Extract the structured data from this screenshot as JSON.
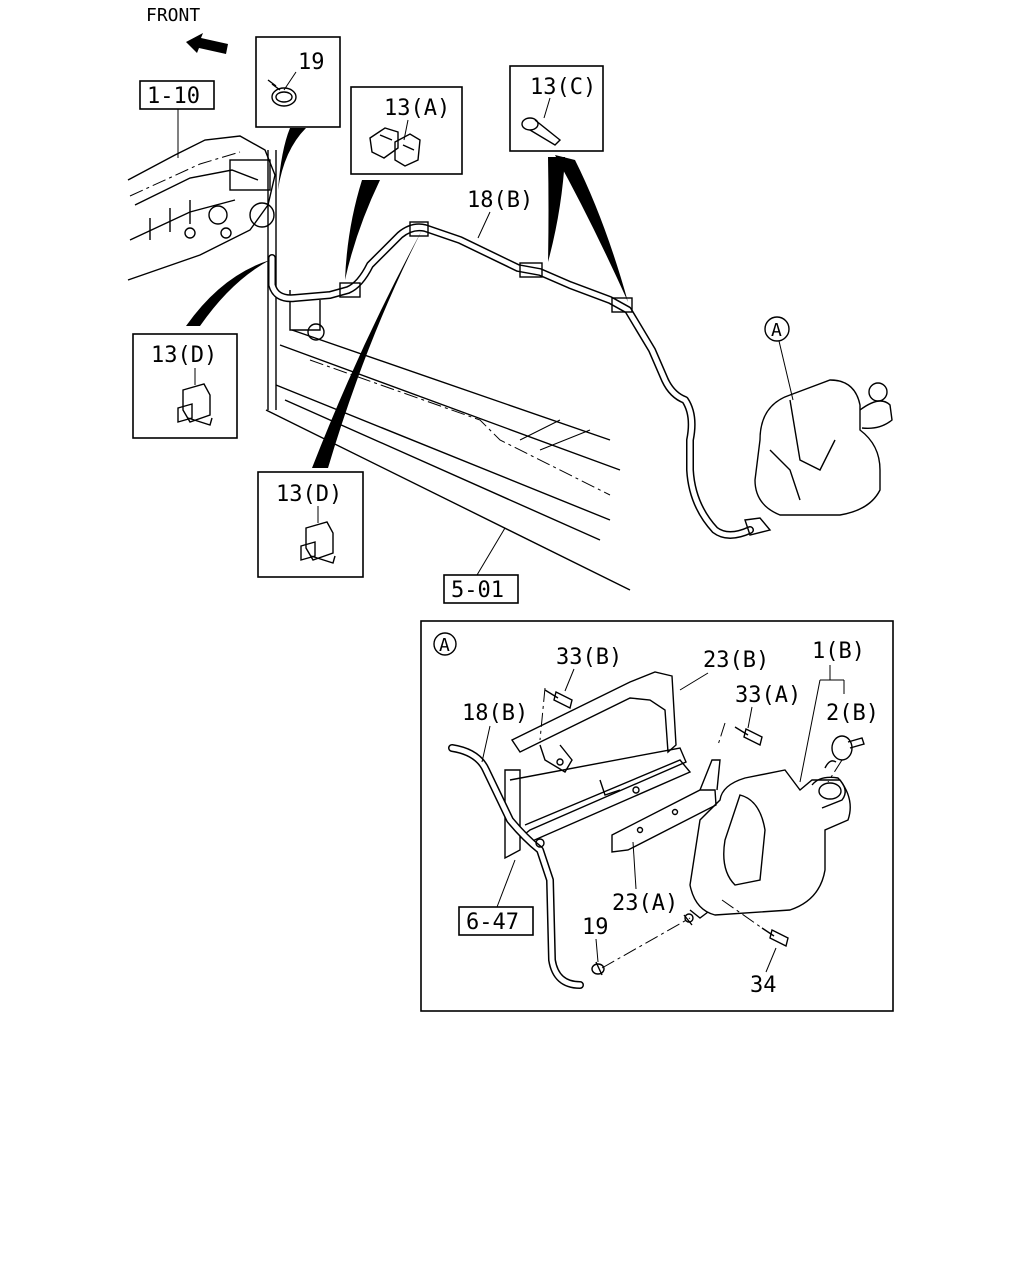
{
  "direction": {
    "label": "FRONT",
    "icon": "arrow-left-icon"
  },
  "references": {
    "r1_10": "1-10",
    "r5_01": "5-01",
    "r6_47": "6-47"
  },
  "callouts": {
    "c19_top": "19",
    "c13a": "13(A)",
    "c13c": "13(C)",
    "c13d_left": "13(D)",
    "c13d_mid": "13(D)"
  },
  "labels": {
    "hose_top": "18(B)",
    "detail_marker": "A",
    "detail_marker_inset": "A",
    "i33b": "33(B)",
    "i23b": "23(B)",
    "i33a": "33(A)",
    "i1b": "1(B)",
    "i2b": "2(B)",
    "i18b": "18(B)",
    "i23a": "23(A)",
    "i19": "19",
    "i34": "34"
  },
  "colors": {
    "line": "#000000",
    "background": "#ffffff"
  }
}
